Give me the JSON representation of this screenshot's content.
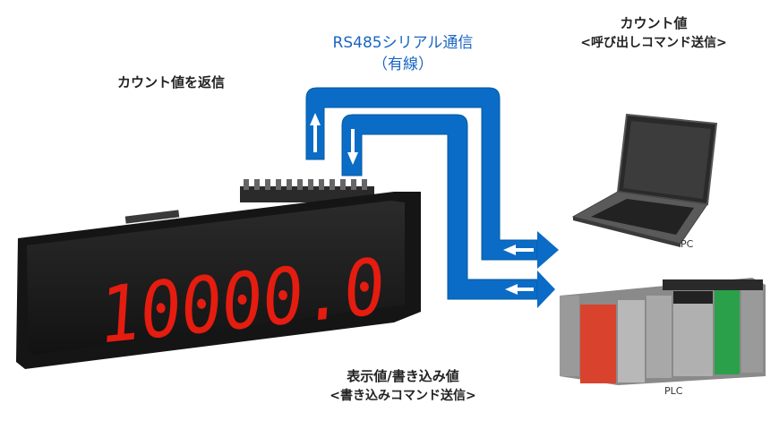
{
  "labels": {
    "return_count": "カウント値を返信",
    "link_title": "RS485シリアル通信",
    "link_sub": "（有線）",
    "pc_title": "カウント値",
    "pc_sub": "<呼び出しコマンド送信>",
    "bottom_title": "表示値/書き込み値",
    "bottom_sub": "<書き込みコマンド送信>",
    "pc": "PC",
    "plc": "PLC"
  },
  "display": {
    "reading": "10000.0"
  },
  "colors": {
    "arrow": "#0a6cc6",
    "digit": "#e51c10",
    "panel": "#1b1b1b"
  }
}
